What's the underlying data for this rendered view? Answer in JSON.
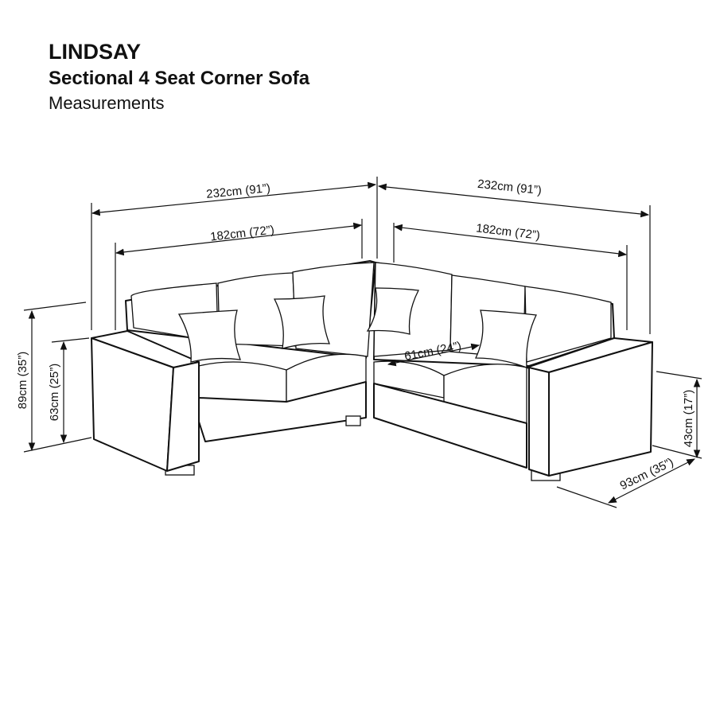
{
  "header": {
    "title": "LINDSAY",
    "subtitle": "Sectional 4 Seat Corner Sofa",
    "caption": "Measurements"
  },
  "dimensions": {
    "left_total_width": "232cm (91”)",
    "left_seat_width": "182cm (72”)",
    "right_total_width": "232cm (91”)",
    "right_seat_width": "182cm (72”)",
    "seat_depth": "61cm (24”)",
    "total_height": "89cm (35”)",
    "arm_height": "63cm (25”)",
    "seat_height": "43cm (17”)",
    "total_depth": "93cm (35”)"
  }
}
